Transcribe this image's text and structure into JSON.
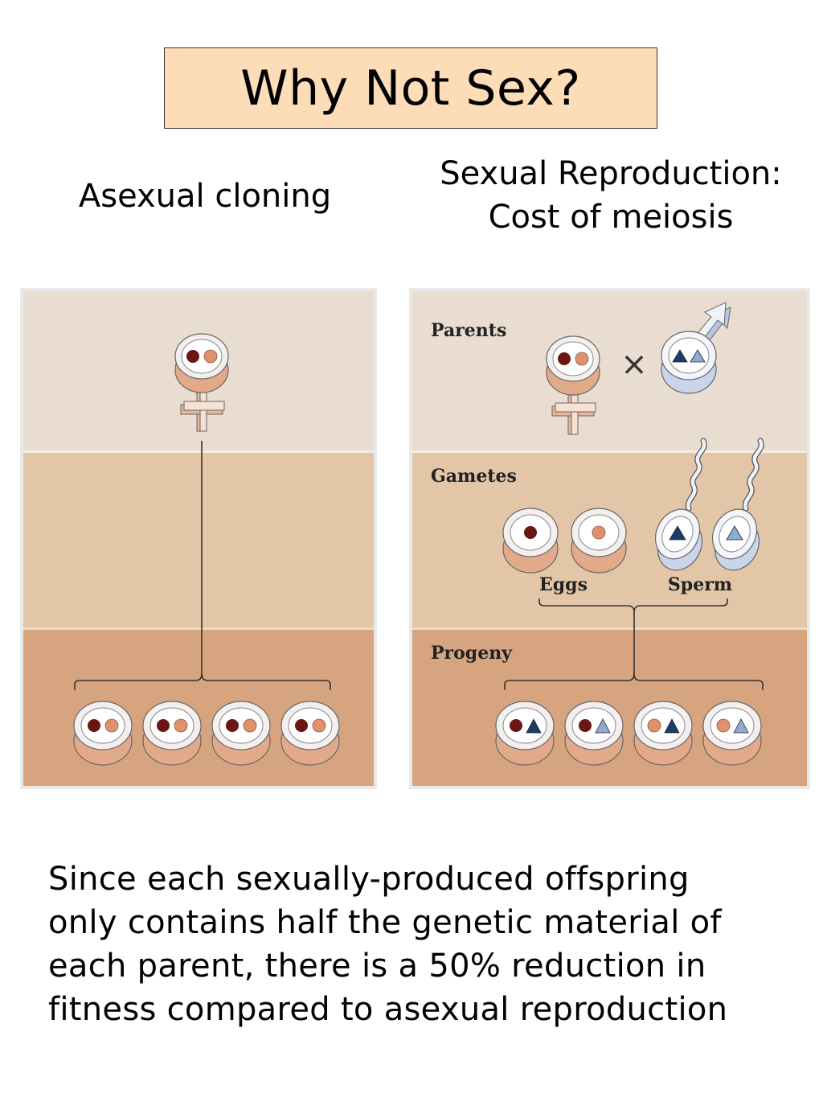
{
  "title": "Why Not Sex?",
  "left_heading": "Asexual cloning",
  "right_heading": [
    "Sexual Reproduction:",
    "Cost of meiosis"
  ],
  "panel_right": {
    "stages": [
      "Parents",
      "Gametes",
      "Progeny"
    ],
    "eggs_label": "Eggs",
    "sperm_label": "Sperm",
    "cross_symbol": "×"
  },
  "caption": [
    "Since each sexually-produced offspring",
    "only contains half the genetic material of",
    "each parent, there is a 50% reduction in",
    "fitness compared to asexual reproduction"
  ],
  "colors": {
    "band_top": "#e8ddd0",
    "band_mid": "#e3c6a7",
    "band_bottom": "#d6a580",
    "female_base": "#e3aa8a",
    "male_base": "#c8d5ea",
    "dark_allele": "#6b1515",
    "light_allele": "#e0916b",
    "dark_tri": "#1d3c66",
    "light_tri": "#8fabd2"
  }
}
